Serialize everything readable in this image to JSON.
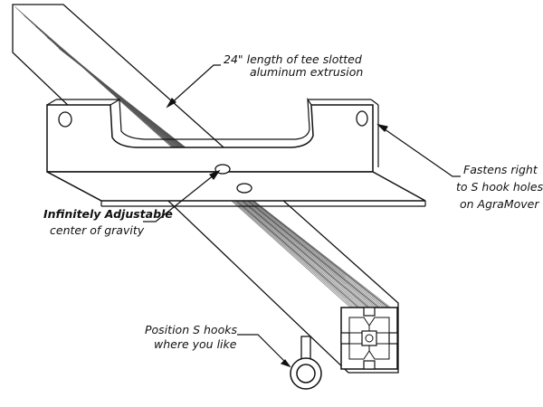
{
  "callouts": {
    "extrusion": {
      "line1": "24\" length of tee slotted",
      "line2": "aluminum extrusion"
    },
    "fastens": {
      "line1": "Fastens right",
      "line2": "to S hook holes",
      "line3": "on AgraMover"
    },
    "gravity": {
      "line1": "Infinitely Adjustable",
      "line2": "center of gravity"
    },
    "hooks": {
      "line1": "Position S hooks",
      "line2": "where you like"
    }
  },
  "colors": {
    "ink": "#111111",
    "hatch": "#555555",
    "paper": "#ffffff"
  }
}
